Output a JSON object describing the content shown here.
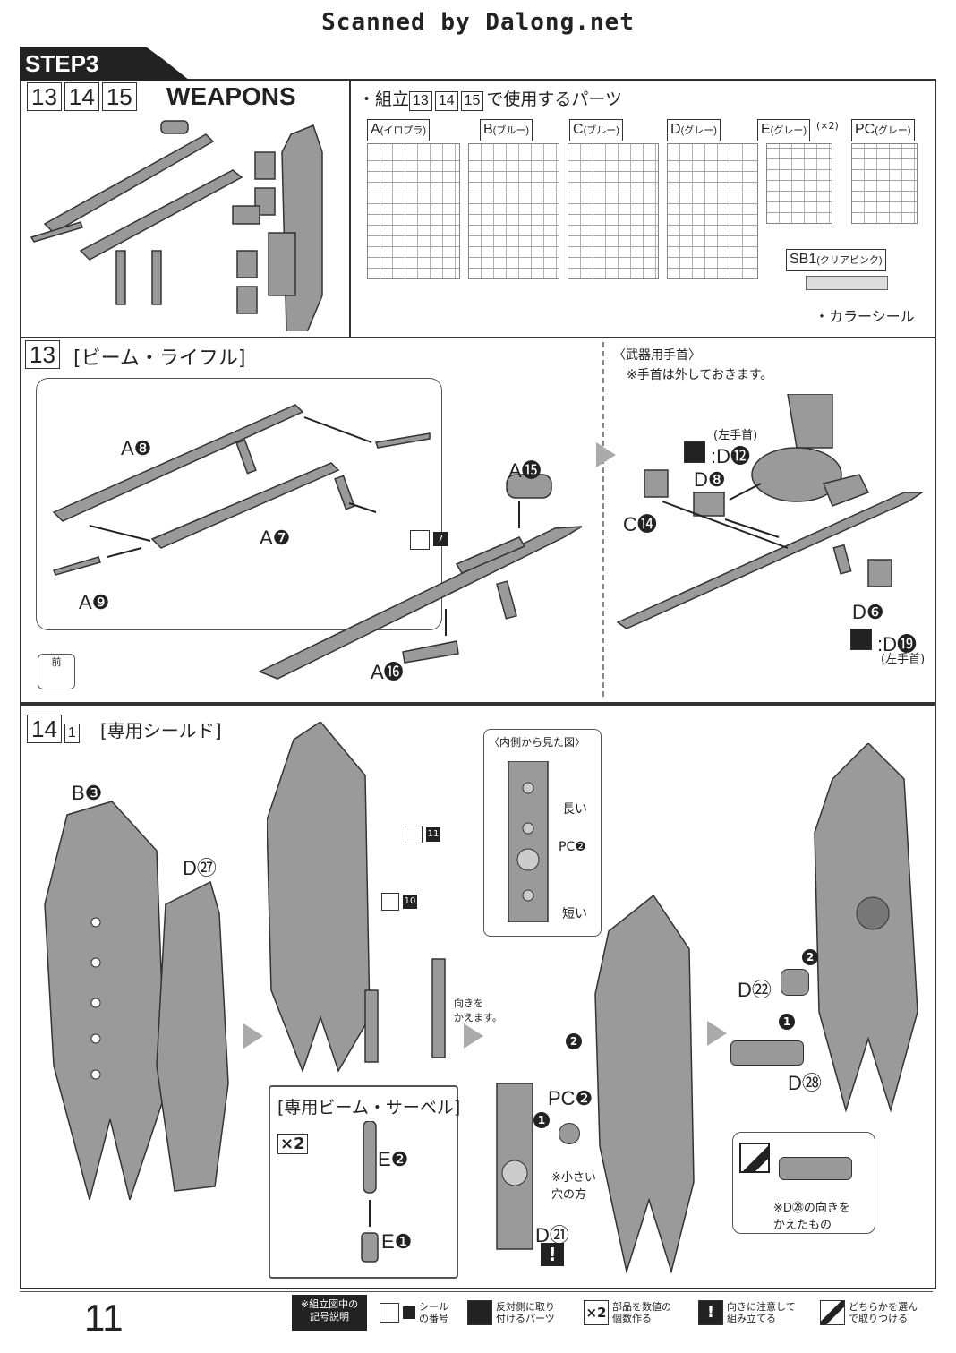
{
  "scan_credit": "Scanned by Dalong.net",
  "step": {
    "label": "STEP3",
    "numbers": [
      "13",
      "14",
      "15"
    ],
    "title": "WEAPONS"
  },
  "parts_used": {
    "heading_prefix": "・組立",
    "heading_suffix": "で使用するパーツ",
    "runners": [
      {
        "id": "A",
        "color": "(イロプラ)"
      },
      {
        "id": "B",
        "color": "(ブルー)"
      },
      {
        "id": "C",
        "color": "(ブルー)"
      },
      {
        "id": "D",
        "color": "(グレー)"
      },
      {
        "id": "E",
        "color": "(グレー)",
        "qty": "(×2)"
      },
      {
        "id": "PC",
        "color": "(グレー)"
      }
    ],
    "sb1": {
      "id": "SB1",
      "color": "(クリアピンク)"
    },
    "color_seal": "・カラーシール"
  },
  "step13": {
    "number": "13",
    "title": "[ビーム・ライフル]",
    "labels": {
      "a8": "A❽",
      "a7": "A❼",
      "a9": "A❾",
      "a15": "A⓯",
      "a16": "A⓰",
      "seal7": "7"
    },
    "prev_icon": "前",
    "hand_title": "〈武器用手首〉",
    "hand_note": "※手首は外しておきます。",
    "hand_labels": {
      "left_hand_top": "(左手首)",
      "d12": ":D⓬",
      "d8": "D❽",
      "c14": "C⓮",
      "d6": "D❻",
      "d19": ":D⓳",
      "left_hand_bottom": "(左手首)"
    }
  },
  "step14": {
    "number": "14",
    "sub": "1",
    "title": "[専用シールド]",
    "labels": {
      "b3": "B❸",
      "d27": "D㉗",
      "seal11": "11",
      "seal10": "10",
      "turn_note": "向きを\nかえます。",
      "inner_view": "〈内側から見た図〉",
      "long": "長い",
      "pc2": "PC❷",
      "short": "短い",
      "pc2b": "PC❷",
      "small_hole": "※小さい\n穴の方",
      "d21": "D㉑",
      "d22": "D㉒",
      "d28": "D㉘",
      "option_note": "※D㉘の向きを\nかえたもの"
    },
    "saber": {
      "title": "[専用ビーム・サーベル]",
      "qty": "×2",
      "e2": "E❷",
      "e1": "E❶"
    }
  },
  "footer": {
    "page_number": "11",
    "legend_title": "※組立図中の\n記号説明",
    "items": [
      {
        "icon": "seal-number-icon",
        "text": "シール\nの番号"
      },
      {
        "icon": "mirror-part-icon",
        "text": "反対側に取り\n付けるパーツ"
      },
      {
        "icon": "multiply-icon",
        "symbol": "×2",
        "text": "部品を数値の\n個数作る"
      },
      {
        "icon": "caution-icon",
        "symbol": "!",
        "text": "向きに注意して\n組み立てる"
      },
      {
        "icon": "choose-icon",
        "text": "どちらかを選ん\nで取りつける"
      }
    ]
  }
}
